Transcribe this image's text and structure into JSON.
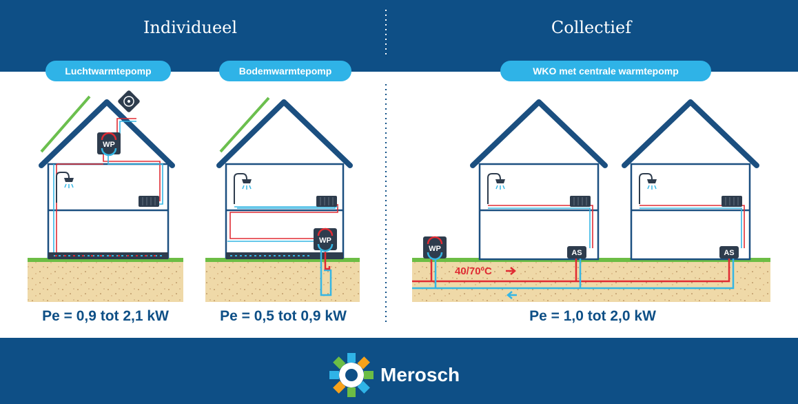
{
  "header": {
    "left_title": "Individueel",
    "right_title": "Collectief"
  },
  "systems": [
    {
      "label": "Luchtwarmtepomp",
      "pe": "Pe = 0,9 tot 2,1 kW"
    },
    {
      "label": "Bodemwarmtepomp",
      "pe": "Pe = 0,5 tot 0,9 kW"
    },
    {
      "label": "WKO met centrale warmtepomp",
      "pe": "Pe = 1,0 tot 2,0 kW"
    }
  ],
  "diagram": {
    "heat_pump_label": "WP",
    "substation_label": "AS",
    "temperature_label": "40/70ºC"
  },
  "footer": {
    "brand": "Merosch"
  },
  "colors": {
    "navy": "#0e4f86",
    "pill_blue": "#2fb3e7",
    "house_line": "#1b4f80",
    "hot_pipe": "#e02b33",
    "cold_pipe": "#35b6e4",
    "solar": "#6bbf4e",
    "soil": "#efd9a8",
    "grass": "#6cbd45"
  }
}
